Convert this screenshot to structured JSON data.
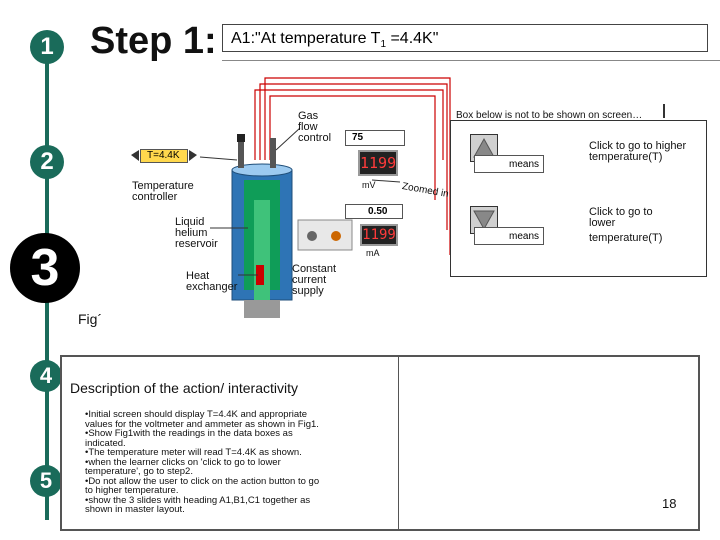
{
  "steps": {
    "n1": "1",
    "n2": "2",
    "n3": "3",
    "n4": "4",
    "n5": "5"
  },
  "header": {
    "step_title": "Step 1:",
    "subtitle": "A1:\"At temperature T",
    "subscript": "1",
    "subtitle_end": " =4.4K\""
  },
  "diagram": {
    "gas_flow_label": "Gas flow control",
    "gas_flow_value": "75",
    "temp_display": "T=4.4K",
    "temp_controller_label": "Temperature controller",
    "voltmeter_reading": "1199",
    "mv_label": "mV",
    "zoomed_in": "Zoomed in",
    "ammeter_box_value": "0.50",
    "ammeter_reading": "1199",
    "ma_label": "mA",
    "liquid_helium_label": "Liquid helium reservoir",
    "heat_exchanger_label": "Heat exchanger",
    "constant_current_label": "Constant current supply",
    "fig_label": "Fig´"
  },
  "controls": {
    "note": "Box below is not to be shown on screen…",
    "means_up": "means",
    "means_down": "means",
    "higher_text": "Click to go to higher temperature(T)",
    "lower_text": "Click to go to lower",
    "lower_text2": "temperature(T)"
  },
  "description": {
    "heading": "Description of the action/ interactivity",
    "bullets": [
      "•Initial screen should display T=4.4K and appropriate",
      "values for the voltmeter and ammeter as shown in Fig1.",
      "•Show Fig1with the readings in the data boxes as",
      "indicated.",
      "•The temperature meter will read T=4.4K as shown.",
      "•when the learner clicks on 'click to go to lower",
      "temperature', go to step2.",
      "•Do not allow the user to click on the action button to go",
      "to higher temperature.",
      "•show the 3 slides with heading A1,B1,C1 together as",
      "shown in master layout."
    ],
    "page_number": "18"
  },
  "colors": {
    "accent": "#1a6b5a",
    "red": "#cc0000"
  }
}
